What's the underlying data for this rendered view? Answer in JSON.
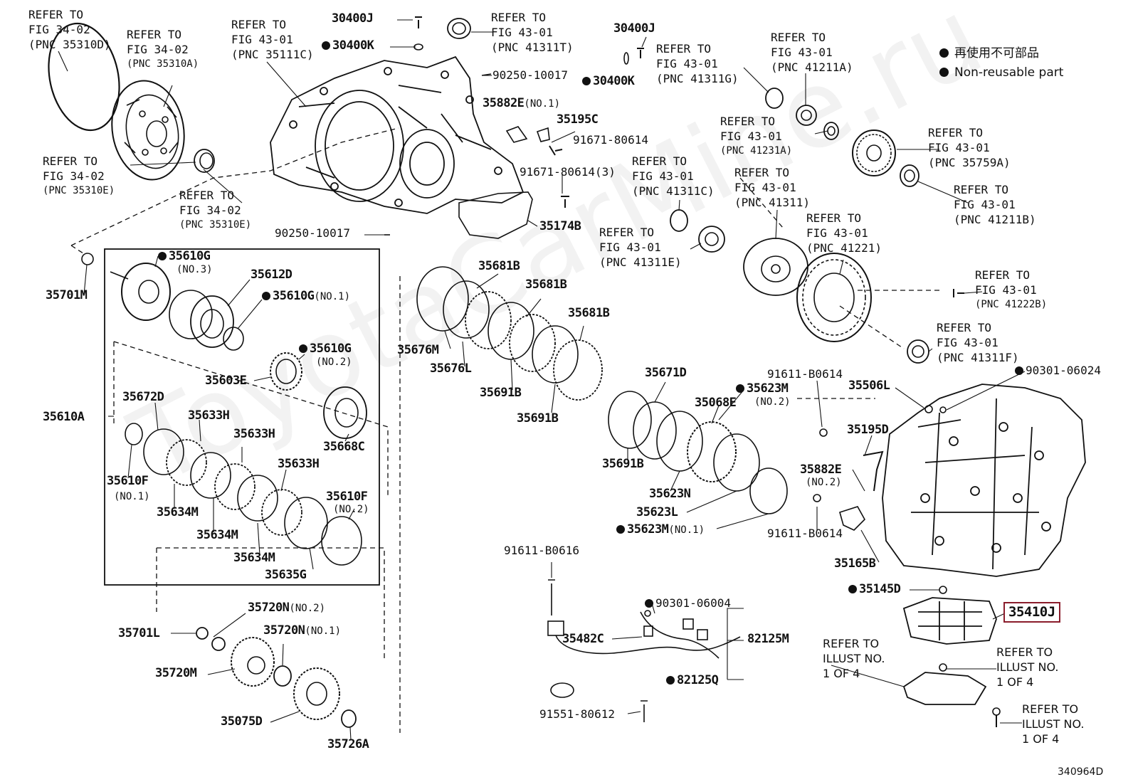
{
  "legend": {
    "jp": "再使用不可部品",
    "en": "Non-reusable part"
  },
  "diagram_id": "340964D",
  "watermark": "ToyotaCarMine.ru",
  "refs": {
    "r1": {
      "l1": "REFER TO",
      "l2": "FIG 34-02",
      "l3": "(PNC 35310D)"
    },
    "r2": {
      "l1": "REFER TO",
      "l2": "FIG 34-02",
      "l3": "(PNC 35310A)"
    },
    "r3": {
      "l1": "REFER TO",
      "l2": "FIG 43-01",
      "l3": "(PNC 35111C)"
    },
    "r4": {
      "l1": "REFER TO",
      "l2": "FIG 43-01",
      "l3": "(PNC 41311T)"
    },
    "r5": {
      "l1": "REFER TO",
      "l2": "FIG 43-01",
      "l3": "(PNC 41311G)"
    },
    "r6": {
      "l1": "REFER TO",
      "l2": "FIG 43-01",
      "l3": "(PNC 41211A)"
    },
    "r7": {
      "l1": "REFER TO",
      "l2": "FIG 43-01",
      "l3": "(PNC 41231A)"
    },
    "r8": {
      "l1": "REFER TO",
      "l2": "FIG 43-01",
      "l3": "(PNC 35759A)"
    },
    "r9": {
      "l1": "REFER TO",
      "l2": "FIG 34-02",
      "l3": "(PNC 35310E)"
    },
    "r10": {
      "l1": "REFER TO",
      "l2": "FIG 34-02",
      "l3": "(PNC 35310E)"
    },
    "r11": {
      "l1": "REFER TO",
      "l2": "FIG 43-01",
      "l3": "(PNC 41311C)"
    },
    "r12": {
      "l1": "REFER TO",
      "l2": "FIG 43-01",
      "l3": "(PNC 41311)"
    },
    "r13": {
      "l1": "REFER TO",
      "l2": "FIG 43-01",
      "l3": "(PNC 41211B)"
    },
    "r14": {
      "l1": "REFER TO",
      "l2": "FIG 43-01",
      "l3": "(PNC 41311E)"
    },
    "r15": {
      "l1": "REFER TO",
      "l2": "FIG 43-01",
      "l3": "(PNC 41221)"
    },
    "r16": {
      "l1": "REFER TO",
      "l2": "FIG 43-01",
      "l3": "(PNC 41222B)"
    },
    "r17": {
      "l1": "REFER TO",
      "l2": "FIG 43-01",
      "l3": "(PNC 41311F)"
    },
    "r18": {
      "l1": "REFER TO",
      "l2": "ILLUST NO.",
      "l3": "1 OF 4"
    },
    "r19": {
      "l1": "REFER TO",
      "l2": "ILLUST NO.",
      "l3": "1 OF 4"
    },
    "r20": {
      "l1": "REFER TO",
      "l2": "ILLUST NO.",
      "l3": "1 OF 4"
    }
  },
  "parts": {
    "p30400J_a": "30400J",
    "p30400K_a": "30400K",
    "p30400J_b": "30400J",
    "p30400K_b": "30400K",
    "p90250_a": "90250-10017",
    "p90250_b": "90250-10017",
    "p35882E_1": "35882E",
    "p35882E_1n": "(NO.1)",
    "p35195C": "35195C",
    "p91671_a": "91671-80614",
    "p91671_b": "91671-80614(3)",
    "p35174B": "35174B",
    "p35701M": "35701M",
    "p35610G_3": "35610G",
    "p35610G_3n": "(NO.3)",
    "p35612D": "35612D",
    "p35610G_1": "35610G",
    "p35610G_1n": "(NO.1)",
    "p35610G_2": "35610G",
    "p35610G_2n": "(NO.2)",
    "p35603E": "35603E",
    "p35610A": "35610A",
    "p35672D": "35672D",
    "p35633H_a": "35633H",
    "p35633H_b": "35633H",
    "p35633H_c": "35633H",
    "p35668C": "35668C",
    "p35610F_1": "35610F",
    "p35610F_1n": "(NO.1)",
    "p35610F_2": "35610F",
    "p35610F_2n": "(NO.2)",
    "p35634M_a": "35634M",
    "p35634M_b": "35634M",
    "p35634M_c": "35634M",
    "p35635G": "35635G",
    "p35720N_2": "35720N",
    "p35720N_2n": "(NO.2)",
    "p35701L": "35701L",
    "p35720N_1": "35720N",
    "p35720N_1n": "(NO.1)",
    "p35720M": "35720M",
    "p35075D": "35075D",
    "p35726A": "35726A",
    "p35681B_a": "35681B",
    "p35681B_b": "35681B",
    "p35681B_c": "35681B",
    "p35676M": "35676M",
    "p35676L": "35676L",
    "p35691B_a": "35691B",
    "p35691B_b": "35691B",
    "p35691B_c": "35691B",
    "p35671D": "35671D",
    "p35623M_2": "35623M",
    "p35623M_2n": "(NO.2)",
    "p35068E": "35068E",
    "p35623N": "35623N",
    "p35623L": "35623L",
    "p35623M_1": "35623M",
    "p35623M_1n": "(NO.1)",
    "p91611_a": "91611-B0614",
    "p91611_b": "91611-B0614",
    "p91611_c": "91611-B0616",
    "p35506L": "35506L",
    "p90301_a": "90301-06024",
    "p35195D": "35195D",
    "p35882E_2": "35882E",
    "p35882E_2n": "(NO.2)",
    "p35165B": "35165B",
    "p35145D": "35145D",
    "p35410J": "35410J",
    "p90301_b": "90301-06004",
    "p35482C": "35482C",
    "p82125M": "82125M",
    "p82125Q": "82125Q",
    "p91551": "91551-80612"
  }
}
